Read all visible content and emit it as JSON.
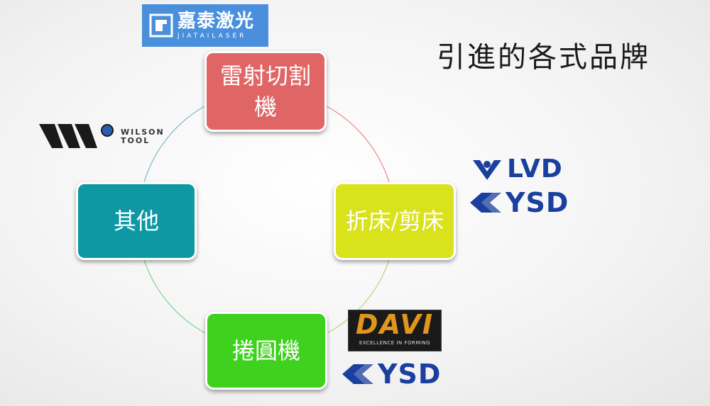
{
  "title": "引進的各式品牌",
  "nodes": {
    "top": "雷射切割機",
    "right": "折床/剪床",
    "bottom": "捲圓機",
    "left": "其他"
  },
  "logos": {
    "jiatai": {
      "cn": "嘉泰激光",
      "en": "JIATAILASER"
    },
    "wilson": {
      "line1": "WILSON",
      "line2": "TOOL"
    },
    "lvd": "LVD",
    "ysd": "YSD",
    "davi": {
      "name": "DAVI",
      "tagline": "EXCELLENCE IN FORMING"
    }
  },
  "colors": {
    "top": "#e06666",
    "right": "#d9e21a",
    "bottom": "#3ed11d",
    "left": "#0e98a3",
    "brand_blue": "#1b3f9e"
  }
}
